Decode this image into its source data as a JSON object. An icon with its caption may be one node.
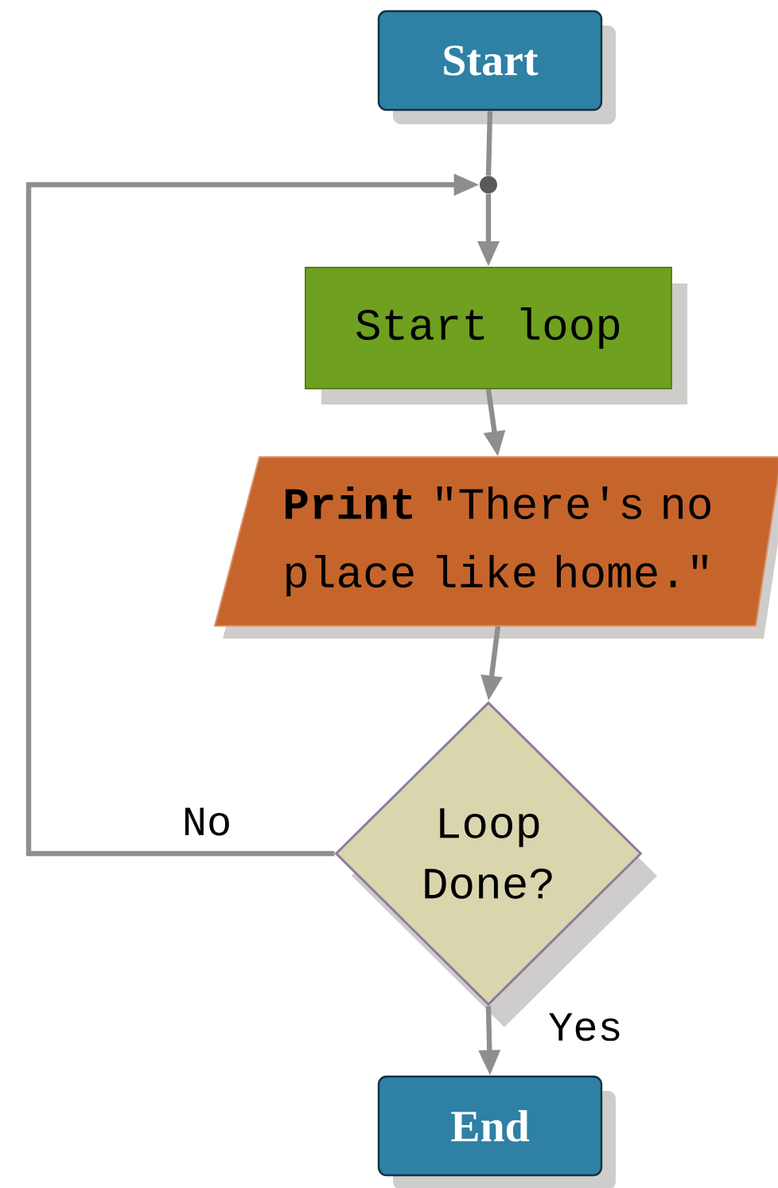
{
  "diagram": {
    "nodes": [
      {
        "text": [
          "Start"
        ]
      },
      {
        "text": [],
        "shape": "circle"
      },
      {
        "text": [
          "Start loop"
        ]
      },
      {
        "text": [
          "**Print** \"There's no place like home.\""
        ]
      },
      {
        "text": [
          "Loop Done?"
        ]
      },
      {
        "text": [
          "End"
        ]
      }
    ],
    "edges": [
      {
        "from": 0,
        "to": 1,
        "arrow": "none"
      },
      {
        "from": 1,
        "to": 2,
        "arrow": "to"
      },
      {
        "from": 2,
        "to": 3,
        "arrow": "to"
      },
      {
        "from": 3,
        "to": 4,
        "arrow": "to"
      },
      {
        "from": 4,
        "to": 1,
        "arrow": "to",
        "label": "No"
      },
      {
        "from": 4,
        "to": 5,
        "arrow": "to",
        "label": "Yes"
      }
    ]
  }
}
